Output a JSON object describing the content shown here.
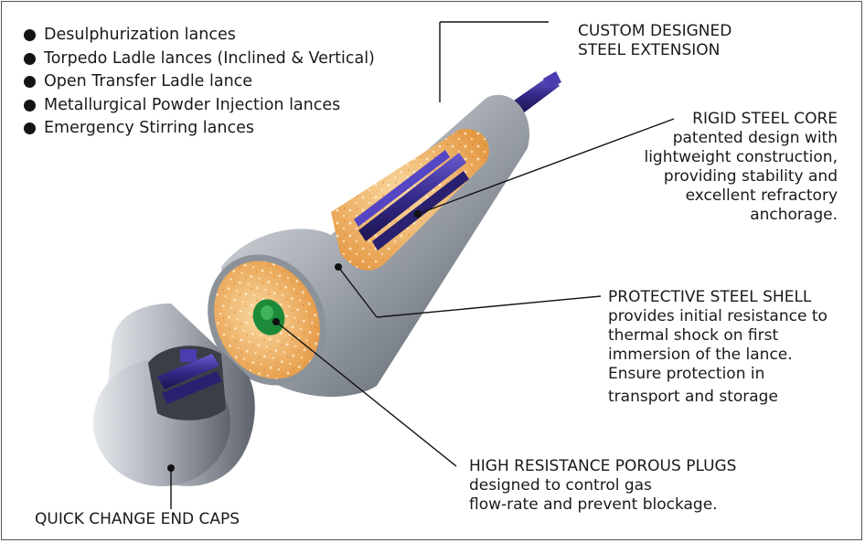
{
  "bullet_list": [
    "Desulphurization lances",
    "Torpedo Ladle lances (Inclined & Vertical)",
    "Open Transfer Ladle lance",
    "Metallurgical Powder Injection lances",
    "Emergency Stirring lances"
  ],
  "callouts": {
    "extension": {
      "line1": "CUSTOM DESIGNED",
      "line2": "STEEL EXTENSION"
    },
    "core": {
      "title": "RIGID STEEL CORE",
      "lines": [
        "patented design with",
        "lightweight construction,",
        "providing stability and",
        "excellent refractory",
        "anchorage."
      ]
    },
    "shell": {
      "title": "PROTECTIVE STEEL SHELL",
      "lines": [
        "provides initial resistance to",
        "thermal shock on first",
        "immersion of the lance.",
        "Ensure protection in",
        "transport and storage"
      ]
    },
    "plugs": {
      "title": "HIGH RESISTANCE POROUS PLUGS",
      "lines": [
        "designed to control gas",
        "flow-rate and prevent blockage."
      ]
    },
    "caps": {
      "title": "QUICK CHANGE END CAPS"
    }
  },
  "colors": {
    "steel": "#9aa0a8",
    "refractory": "#f1b770",
    "plug": "#1d8a3a",
    "core_pipe": "#3b2d8f"
  }
}
